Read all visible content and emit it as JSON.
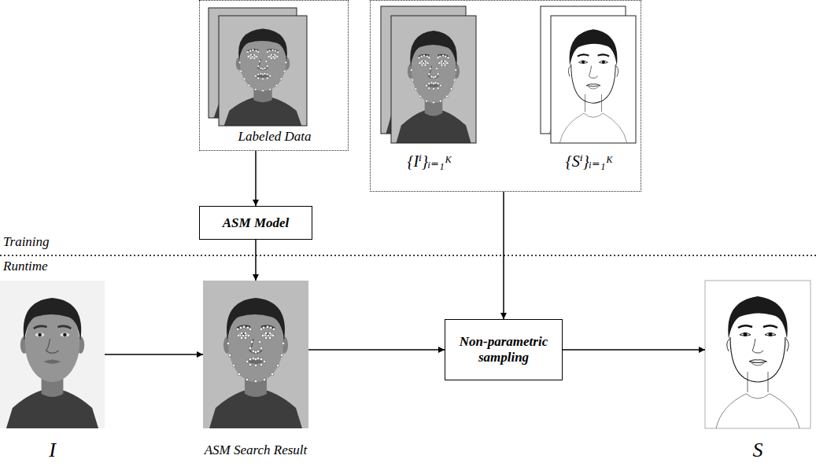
{
  "diagram": {
    "nodes": [
      {
        "text": [
          "Labeled Data"
        ]
      },
      {
        "text": [
          "ASM Model"
        ]
      },
      {
        "text": [
          "{Iⁱ}ᵢ₌₁ᴷ",
          "{Sⁱ}ᵢ₌₁ᴷ"
        ]
      },
      {
        "text": [
          "I"
        ]
      },
      {
        "text": [
          "ASM Search Result"
        ]
      },
      {
        "text": [
          "Non-parametric sampling"
        ]
      },
      {
        "text": [
          "S"
        ]
      }
    ],
    "edges": [
      {
        "from": 0,
        "to": 1,
        "arrow": "to"
      },
      {
        "from": 1,
        "to": 4,
        "arrow": "to"
      },
      {
        "from": 3,
        "to": 4,
        "arrow": "to"
      },
      {
        "from": 2,
        "to": 5,
        "arrow": "to"
      },
      {
        "from": 4,
        "to": 5,
        "arrow": "to"
      },
      {
        "from": 5,
        "to": 6,
        "arrow": "to"
      }
    ],
    "labels": [
      "Training",
      "Runtime"
    ]
  }
}
